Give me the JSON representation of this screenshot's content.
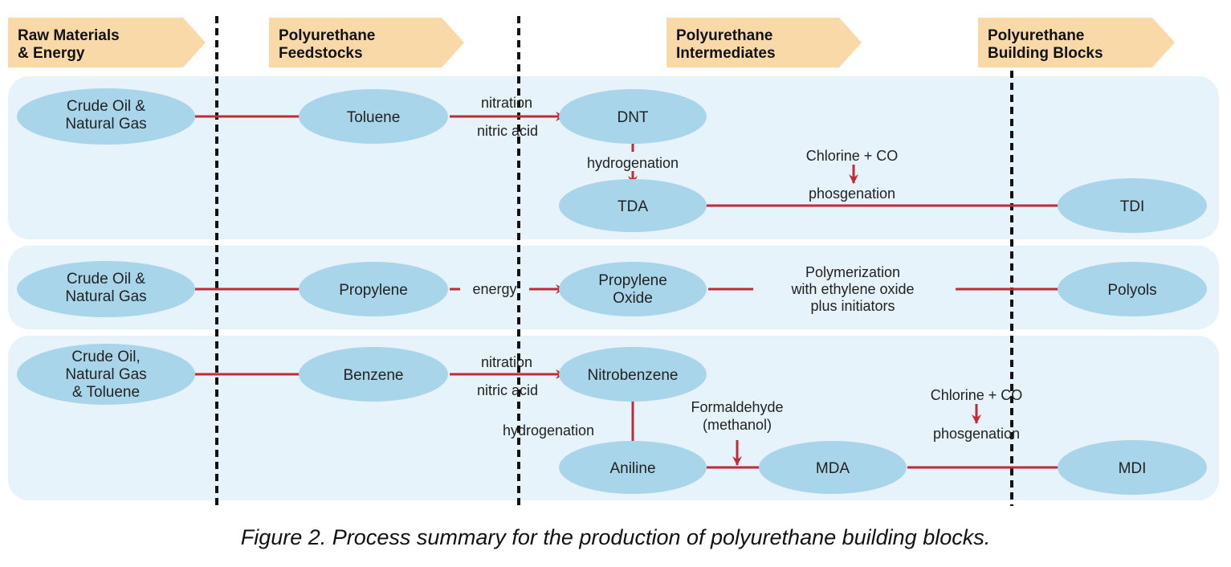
{
  "colors": {
    "band": "#e6f3fa",
    "node": "#a9d5ea",
    "arrow": "#c22a38",
    "header": "#fad9a8",
    "divider": "#111111"
  },
  "headers": [
    {
      "id": "raw",
      "lines": [
        "Raw Materials",
        "& Energy"
      ]
    },
    {
      "id": "feedstocks",
      "lines": [
        "Polyurethane",
        "Feedstocks"
      ]
    },
    {
      "id": "intermediates",
      "lines": [
        "Polyurethane",
        "Intermediates"
      ]
    },
    {
      "id": "blocks",
      "lines": [
        "Polyurethane",
        "Building Blocks"
      ]
    }
  ],
  "nodes": {
    "oil1": [
      "Crude Oil &",
      "Natural Gas"
    ],
    "toluene": [
      "Toluene"
    ],
    "dnt": [
      "DNT"
    ],
    "tda": [
      "TDA"
    ],
    "tdi": [
      "TDI"
    ],
    "oil2": [
      "Crude Oil &",
      "Natural Gas"
    ],
    "propylene": [
      "Propylene"
    ],
    "propylene_oxide": [
      "Propylene",
      "Oxide"
    ],
    "polyols": [
      "Polyols"
    ],
    "oil3": [
      "Crude Oil,",
      "Natural Gas",
      "& Toluene"
    ],
    "benzene": [
      "Benzene"
    ],
    "nitrobenzene": [
      "Nitrobenzene"
    ],
    "aniline": [
      "Aniline"
    ],
    "mda": [
      "MDA"
    ],
    "mdi": [
      "MDI"
    ]
  },
  "labels": {
    "nitration_1": "nitration",
    "nitric_acid_1": "nitric acid",
    "hydrogenation_1": "hydrogenation",
    "chlorine_co_1": "Chlorine + CO",
    "phosgenation_1": "phosgenation",
    "energy": "energy",
    "polymerization": [
      "Polymerization",
      "with ethylene oxide",
      "plus initiators"
    ],
    "nitration_2": "nitration",
    "nitric_acid_2": "nitric acid",
    "hydrogenation_2": "hydrogenation",
    "formaldehyde": [
      "Formaldehyde",
      "(methanol)"
    ],
    "chlorine_co_2": "Chlorine + CO",
    "phosgenation_2": "phosgenation"
  },
  "caption": "Figure 2. Process summary for the production of polyurethane building blocks."
}
